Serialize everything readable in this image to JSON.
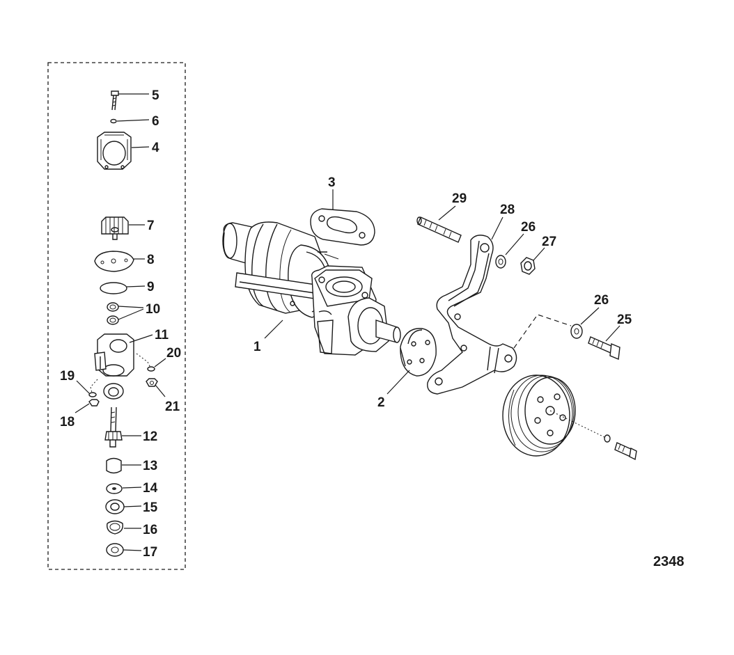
{
  "figure_id": "2348",
  "callouts": {
    "c1": "1",
    "c2": "2",
    "c3": "3",
    "c4": "4",
    "c5": "5",
    "c6": "6",
    "c7": "7",
    "c8": "8",
    "c9": "9",
    "c10": "10",
    "c11": "11",
    "c12": "12",
    "c13": "13",
    "c14": "14",
    "c15": "15",
    "c16": "16",
    "c17": "17",
    "c18": "18",
    "c19": "19",
    "c20": "20",
    "c21": "21",
    "c25": "25",
    "c26a": "26",
    "c26b": "26",
    "c27": "27",
    "c28": "28",
    "c29": "29"
  }
}
